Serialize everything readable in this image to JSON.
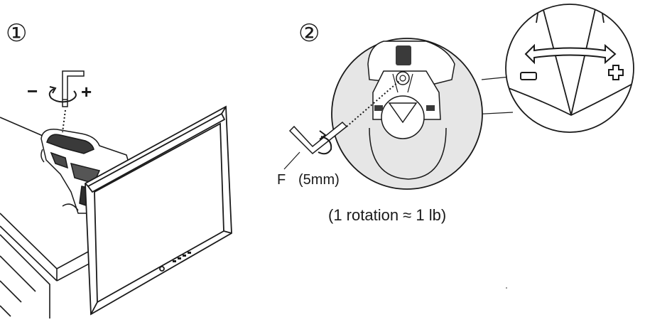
{
  "step1": {
    "number": "①",
    "minus": "−",
    "plus": "+"
  },
  "step2": {
    "number": "②",
    "tool_letter": "F",
    "tool_size": "(5mm)",
    "rotation_note": "(1 rotation ≈ 1 lb)"
  },
  "icons": {
    "hex_key": "hex-key-icon",
    "rotation_arrow": "rotation-arrow-icon",
    "adjust_arrow": "bidirectional-arrow-icon",
    "minus_marker": "minus-icon",
    "plus_marker": "plus-icon"
  },
  "colors": {
    "line": "#1a1a1a",
    "zoom_fill": "#e6e6e6",
    "background": "#ffffff"
  }
}
